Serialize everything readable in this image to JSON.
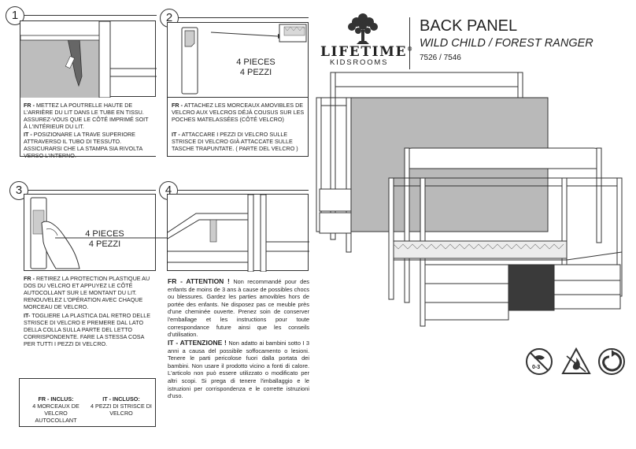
{
  "header": {
    "brand": "LIFETIME",
    "brand_reg": "®",
    "brand_sub": "KIDSROOMS",
    "title": "BACK PANEL",
    "subtitle": "WILD CHILD / FOREST RANGER",
    "codes": "7526 / 7546"
  },
  "steps": [
    {
      "number": "1",
      "fr_label": "FR - ",
      "fr_text": "METTEZ LA POUTRELLE HAUTE DE L'ARRIÈRE DU LIT DANS LE TUBE EN TISSU. ASSUREZ-VOUS QUE LE CÔTÉ IMPRIMÉ SOIT À L'INTÉRIEUR DU LIT.",
      "it_label": "IT - ",
      "it_text": "POSIZIONARE LA TRAVE SUPERIORE ATTRAVERSO IL TUBO DI TESSUTO. ASSICURARSI CHE LA STAMPA SIA RIVOLTA VERSO L'INTERNO."
    },
    {
      "number": "2",
      "pieces_fr": "4 PIECES",
      "pieces_it": "4 PEZZI",
      "fr_label": "FR - ",
      "fr_text": "ATTACHEZ LES MORCEAUX AMOVIBLES DE VELCRO AUX VELCROS DÉJÀ COUSUS SUR LES POCHES MATELASSÉES (CÔTÉ VELCRO)",
      "it_label": "IT - ",
      "it_text": "ATTACCARE I PEZZI DI VELCRO SULLE STRISCE DI VELCRO GIÀ ATTACCATE SULLE TASCHE TRAPUNTATE. ( PARTE DEL VELCRO )"
    },
    {
      "number": "3",
      "pieces_fr": "4 PIECES",
      "pieces_it": "4 PEZZI",
      "fr_label": "FR - ",
      "fr_text": "RETIREZ LA PROTECTION PLASTIQUE AU DOS DU VELCRO ET APPUYEZ LE CÔTÉ AUTOCOLLANT SUR LE MONTANT DU LIT. RENOUVELEZ L'OPÉRATION AVEC CHAQUE MORCEAU DE VELCRO.",
      "it_label": "IT- ",
      "it_text": "TOGLIERE LA PLASTICA DAL RETRO DELLE STRISCE DI VELCRO E PREMERE DAL LATO DELLA COLLA SULLA PARTE DEL LETTO CORRISPONDENTE. FARE LA STESSA COSA PER TUTTI I PEZZI DI VELCRO."
    },
    {
      "number": "4"
    }
  ],
  "warnings": {
    "fr_title": "FR - ATTENTION !",
    "fr_text": "Non recommandé pour des enfants de moins de 3 ans à cause de possibles chocs ou blessures. Gardez les parties amovibles hors de portée des enfants. Ne disposez pas ce meuble près d'une cheminée ouverte. Prenez soin de conserver l'emballage et les instructions pour toute correspondance future ainsi que les conseils d'utilisation.",
    "it_title": "IT - ATTENZIONE !",
    "it_text": "Non adatto ai bambini sotto I 3 anni a causa del possibile soffocamento o lesioni. Tenere le parti pericolose fuori dalla portata dei bambini. Non usare il prodotto vicino a fonti di calore. L'articolo non può essere utilizzato o modificato per altri scopi. Si prega di tenere l'imballaggio e le istruzioni per corrispondenza e le corrette istruzioni d'uso."
  },
  "included": {
    "fr_label": "FR - INCLUS:",
    "fr_text": "4 MORCEAUX DE VELCRO AUTOCOLLANT",
    "it_label": "IT - INCLUSO:",
    "it_text": "4 PEZZI DI STRISCE DI VELCRO"
  },
  "icons": {
    "age_label": "0-3",
    "names": [
      "small-parts-age-warning-icon",
      "fire-warning-icon",
      "recycle-icon"
    ]
  },
  "colors": {
    "line": "#333333",
    "panel_gray": "#b9b9b9",
    "dark_door": "#3a3a3a"
  }
}
